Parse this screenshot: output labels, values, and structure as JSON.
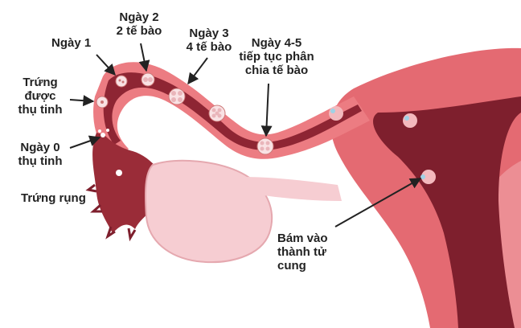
{
  "labels": {
    "day1": "Ngày 1",
    "day2_line1": "Ngày 2",
    "day2_line2": "2 tế bào",
    "day3_line1": "Ngày 3",
    "day3_line2": "4 tế bào",
    "day45_line1": "Ngày 4-5",
    "day45_line2": "tiếp tục phân",
    "day45_line3": "chia tế bào",
    "fertilized_line1": "Trứng",
    "fertilized_line2": "được",
    "fertilized_line3": "thụ tinh",
    "day0_line1": "Ngày 0",
    "day0_line2": "thụ tinh",
    "ovulation": "Trứng rụng",
    "implant_line1": "Bám vào",
    "implant_line2": "thành tử",
    "implant_line3": "cung"
  },
  "colors": {
    "uterus_wall": "#e46a72",
    "uterus_cavity": "#7e1f2d",
    "tube_wall": "#ec7c82",
    "ovary": "#f6cdd2",
    "cell": "#f9e2e4",
    "arrow": "#222222"
  }
}
